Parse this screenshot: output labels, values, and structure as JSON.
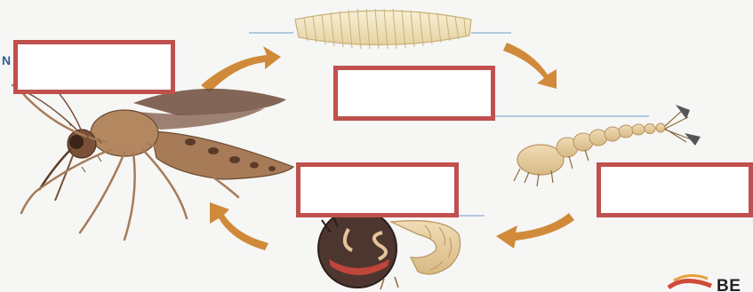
{
  "diagram": {
    "stages": [
      "adult",
      "eggs",
      "larva",
      "pupa"
    ],
    "labels": [
      {
        "id": "adult",
        "text": ""
      },
      {
        "id": "eggs",
        "text": ""
      },
      {
        "id": "larva",
        "text": ""
      },
      {
        "id": "pupa",
        "text": ""
      }
    ]
  },
  "overlay": {
    "edge_letter": "N",
    "logo_text": "BE"
  },
  "colors": {
    "label_border": "#c0504d",
    "label_fill": "#ffffff",
    "arrow": "#d08a3a",
    "mosquito_body": "#a77b57",
    "egg_raft": "#efe1b8",
    "larva": "#e4c99c",
    "pupa_head": "#4e3630",
    "background": "#f6f6f5"
  }
}
